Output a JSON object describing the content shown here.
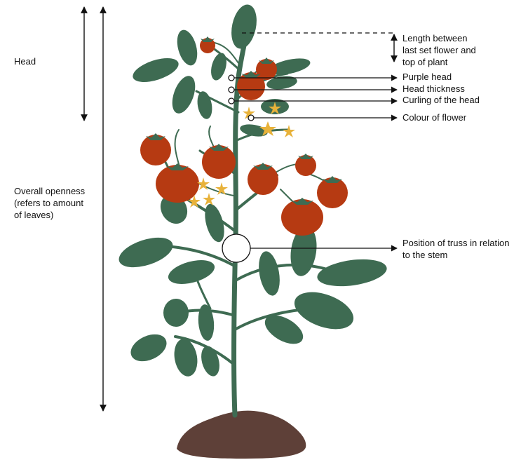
{
  "labels": {
    "head": "Head",
    "overall_openness": "Overall openness\n(refers to amount\nof leaves)",
    "length_between": "Length between\nlast set flower and\ntop of plant",
    "purple_head": "Purple head",
    "head_thickness": "Head thickness",
    "curling_head": "Curling of the head",
    "colour_flower": "Colour of flower",
    "truss_position": "Position of truss in relation\nto the stem"
  },
  "colors": {
    "leaf": "#3e6b52",
    "stem": "#3e6b52",
    "tomato": "#b63a12",
    "flower": "#e8b23a",
    "soil": "#5e4038",
    "line": "#111111"
  }
}
